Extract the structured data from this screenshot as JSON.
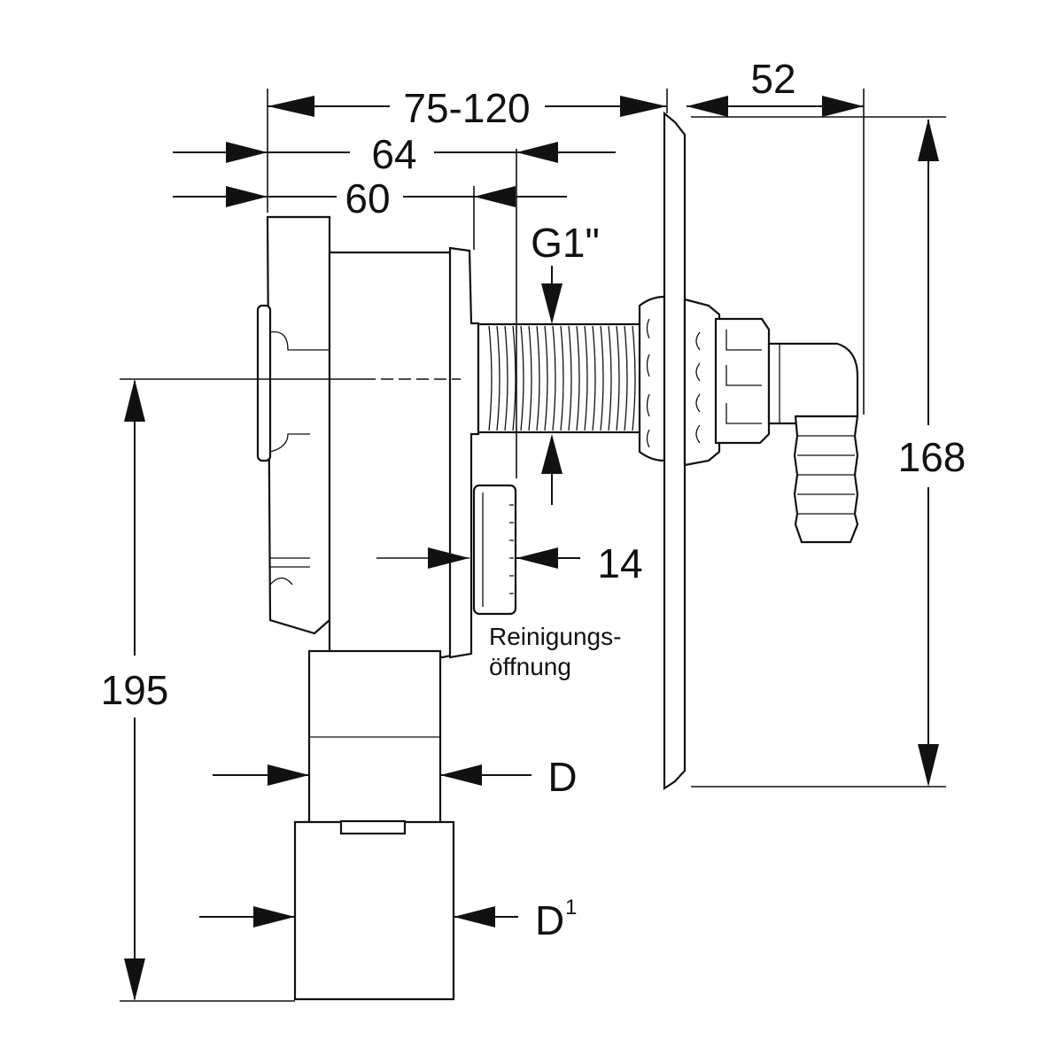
{
  "dimensions": {
    "depth_range": "75-120",
    "depth_64": "64",
    "depth_60": "60",
    "flange_52": "52",
    "thread": "G1\"",
    "height_168": "168",
    "height_195": "195",
    "cleaning_gap": "14",
    "diameter_d": "D",
    "diameter_d1": "D",
    "diameter_d1_superscript": "1"
  },
  "labels": {
    "cleaning_opening_line1": "Reinigungs-",
    "cleaning_opening_line2": "öffnung"
  },
  "colors": {
    "line": "#111111",
    "body_gradient_light": "#ffffff",
    "body_gradient_dark": "#b8b8b8"
  }
}
